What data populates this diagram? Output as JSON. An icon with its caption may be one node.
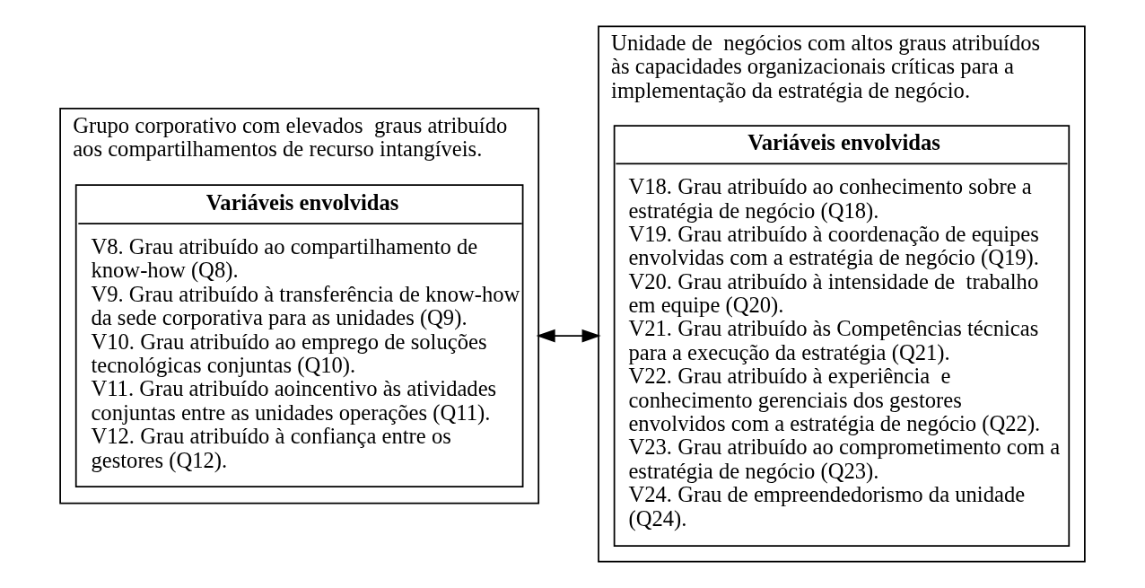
{
  "diagram": {
    "nodes": [
      {
        "text": [
          "Grupo corporativo com elevados  graus atribuído aos compartilhamentos de recurso intangíveis."
        ]
      },
      {
        "text": [
          "Variáveis envolvidas",
          "V8. Grau atribuído ao compartilhamento de know-how (Q8).",
          "V9. Grau atribuído à transferência de know-how  da sede corporativa para as unidades (Q9).",
          "V10. Grau atribuído ao emprego de soluções tecnológicas conjuntas (Q10).",
          "V11. Grau atribuído aoincentivo às atividades conjuntas entre as unidades operações (Q11).",
          "V12. Grau atribuído à confiança entre os gestores (Q12)."
        ],
        "in": 0
      },
      {
        "text": [
          "Unidade de  negócios com altos graus atribuídos às capacidades organizacionais críticas para a implementação da estratégia de negócio."
        ]
      },
      {
        "text": [
          "Variáveis envolvidas",
          "V18. Grau atribuído ao conhecimento sobre a estratégia de negócio (Q18).",
          "V19. Grau atribuído à coordenação de equipes envolvidas com a estratégia de negócio (Q19).",
          "V20. Grau atribuído à intensidade de  trabalho em equipe (Q20).",
          "V21. Grau atribuído às Competências técnicas para a execução da estratégia (Q21).",
          "V22. Grau atribuído à experiência  e conhecimento gerenciais dos gestores envolvidos com a estratégia de negócio (Q22).",
          "V23. Grau atribuído ao comprometimento com a estratégia de negócio (Q23).",
          "V24. Grau de empreendedorismo da unidade (Q24)."
        ],
        "in": 2
      }
    ],
    "edges": [
      {
        "from": 0,
        "to": 2,
        "arrow": "both"
      }
    ]
  }
}
